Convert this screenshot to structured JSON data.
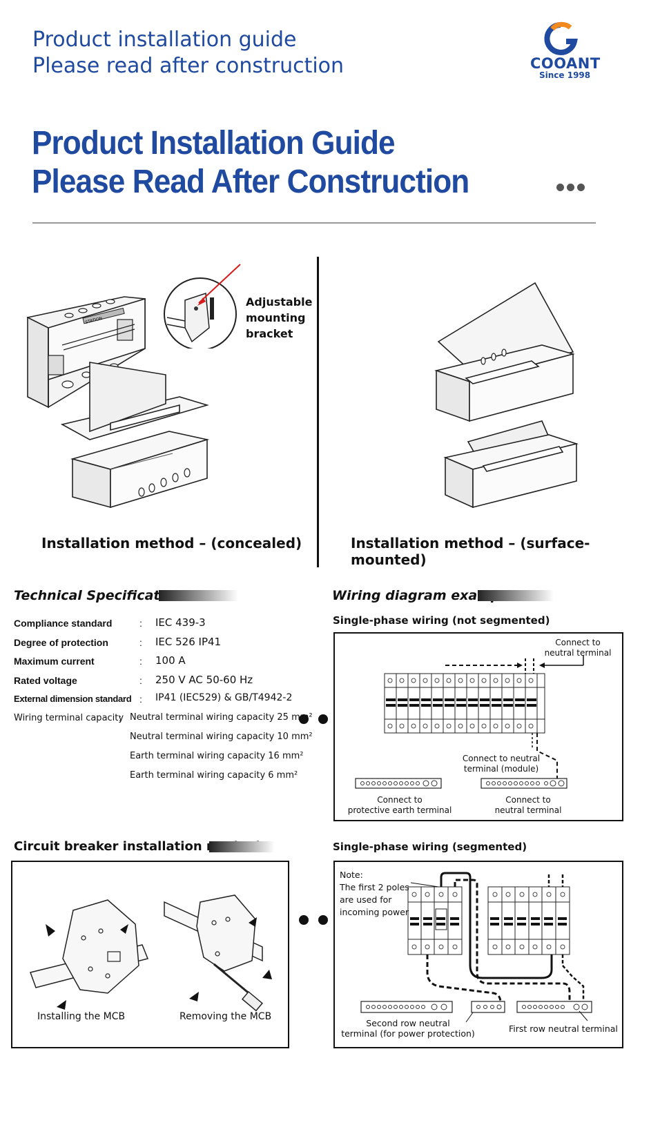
{
  "header": {
    "line1": "Product installation guide",
    "line2": "Please read after construction",
    "logo_name": "COOANT",
    "logo_since": "Since 1998",
    "logo_letter": "G"
  },
  "title": {
    "line1": "Product Installation Guide",
    "line2": "Please Read After Construction"
  },
  "installation": {
    "concealed_label": "Installation method – (concealed)",
    "surface_label": "Installation method – (surface-mounted)",
    "callout_line1": "Adjustable",
    "callout_line2": "mounting",
    "callout_line3": "bracket",
    "box_label": "STATION"
  },
  "specs": {
    "title": "Technical Specifications",
    "rows": [
      {
        "label": "Compliance standard",
        "value": "IEC 439-3"
      },
      {
        "label": "Degree of protection",
        "value": "IEC 526 IP41"
      },
      {
        "label": "Maximum current",
        "value": "100 A"
      },
      {
        "label": "Rated voltage",
        "value": "250 V AC 50-60 Hz"
      },
      {
        "label": "External dimension standard",
        "value": "IP41 (IEC529) & GB/T4942-2"
      }
    ],
    "terminal_label": "Wiring terminal capacity",
    "terminal_values": [
      "Neutral terminal wiring capacity 25 mm²",
      "Neutral terminal wiring capacity 10 mm²",
      "Earth terminal wiring capacity 16 mm²",
      "Earth terminal wiring capacity 6 mm²"
    ],
    "colon": ":"
  },
  "wiring": {
    "title": "Wiring diagram example",
    "single_not_segmented": "Single-phase wiring (not segmented)",
    "connect_neutral_1": "Connect to",
    "connect_neutral_2": "neutral terminal",
    "connect_module_1": "Connect to neutral",
    "connect_module_2": "terminal (module)",
    "pe_1": "Connect to",
    "pe_2": "protective earth terminal",
    "nt_1": "Connect to",
    "nt_2": "neutral terminal",
    "single_segmented": "Single-phase wiring (segmented)",
    "note_1": "Note:",
    "note_2": "The first 2 poles",
    "note_3": "are used for",
    "note_4": "incoming power",
    "second_row_1": "Second row neutral",
    "second_row_2": "terminal (for power protection)",
    "first_row": "First row neutral terminal"
  },
  "breaker": {
    "title": "Circuit breaker installation method",
    "installing": "Installing the MCB",
    "removing": "Removing the MCB"
  }
}
